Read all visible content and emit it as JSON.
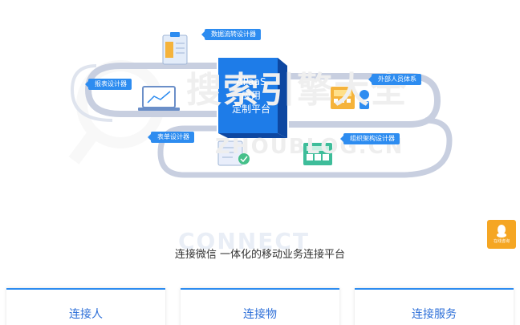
{
  "diagram": {
    "cube_line1": "APaaS",
    "cube_line2": "应用",
    "cube_line3": "定制平台",
    "labels": {
      "data_flow": "数据流转设计器",
      "report": "报表设计器",
      "external": "外部人员体系",
      "form": "表单设计器",
      "org": "组织架构设计器"
    },
    "watermark_sub": "ZHOUBLOG.CN"
  },
  "tagline": "连接微信 一体化的移动业务连接平台",
  "ghost_title": "CONNECT",
  "chat": {
    "label": "在线咨询"
  },
  "cards": [
    {
      "label": "连接人"
    },
    {
      "label": "连接物"
    },
    {
      "label": "连接服务"
    }
  ],
  "colors": {
    "accent": "#2d8cf0",
    "loop": "#c8cfe0",
    "chat": "#f5a623"
  }
}
